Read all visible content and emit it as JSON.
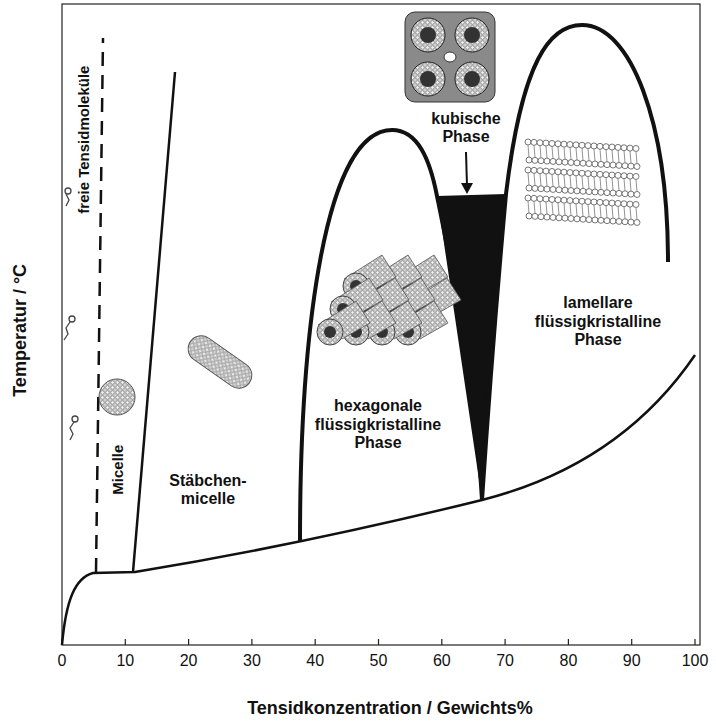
{
  "diagram": {
    "labels": [
      "freie Tensidmoleküle",
      "Micelle",
      "Stäbchen- micelle",
      "kubische Phase",
      "hexagonale flüssigkristalline Phase",
      "lamellare flüssigkristalline Phase",
      "Temperatur / °C",
      "0",
      "10",
      "20",
      "30",
      "40",
      "50",
      "60",
      "70",
      "80",
      "90",
      "100",
      "Tensidkonzentration / Gewichts%"
    ]
  }
}
